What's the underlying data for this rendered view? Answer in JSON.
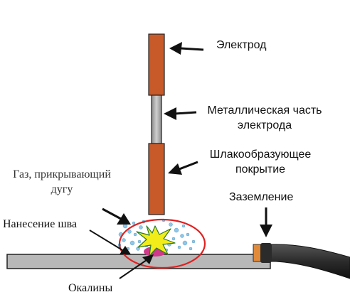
{
  "labels": {
    "electrode": "Электрод",
    "metal_part_line1": "Металлическая часть",
    "metal_part_line2": "электрода",
    "coating_line1": "Шлакообразующее",
    "coating_line2": "покрытие",
    "gas_line1": "Газ, прикрывающий",
    "gas_line2": "дугу",
    "grounding": "Заземление",
    "weld": "Нанесение шва",
    "scale": "Окалины"
  },
  "colors": {
    "electrode_coating": "#c85a2a",
    "metal_core": "#a8a8a8",
    "workpiece": "#b8b8b8",
    "cable": "#2b2b2b",
    "highlight_ellipse": "#e02020",
    "gas_bubbles": "#8fc8e8",
    "arc_spark": "#f2ec1a",
    "molten_pool": "#d0388a"
  },
  "icons": [
    "arrow-icon",
    "spark-icon",
    "cable-icon"
  ]
}
